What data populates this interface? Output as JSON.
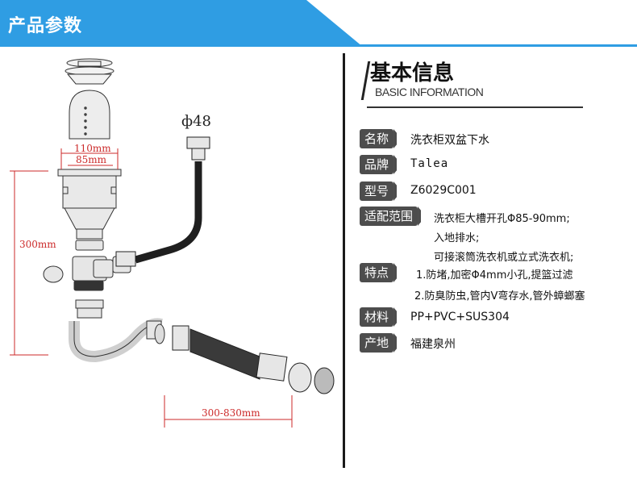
{
  "header": {
    "title": "产品参数",
    "bar_color": "#2f9de3"
  },
  "diagram": {
    "dim_110": "110mm",
    "dim_85": "85mm",
    "dim_300": "300mm",
    "dim_300_830": "300-830mm",
    "pipe_diameter": "ф48",
    "dim_color": "#cc2a2a"
  },
  "info": {
    "title": "基本信息",
    "subtitle": "BASIC INFORMATION",
    "rows": [
      {
        "label": "名称",
        "value": "洗衣柜双盆下水"
      },
      {
        "label": "品牌",
        "value": "Talea"
      },
      {
        "label": "型号",
        "value": "Z6029C001"
      },
      {
        "label": "适配范围",
        "lines": [
          "洗衣柜大槽开孔Φ85-90mm;",
          "入地排水;",
          "可接滚筒洗衣机或立式洗衣机;"
        ]
      },
      {
        "label": "特点",
        "lines": [
          "1.防堵,加密Φ4mm小孔,提篮过滤",
          "2.防臭防虫,管内V弯存水,管外蟑螂塞"
        ]
      },
      {
        "label": "材料",
        "value": "PP+PVC+SUS304"
      },
      {
        "label": "产地",
        "value": "福建泉州"
      }
    ]
  }
}
